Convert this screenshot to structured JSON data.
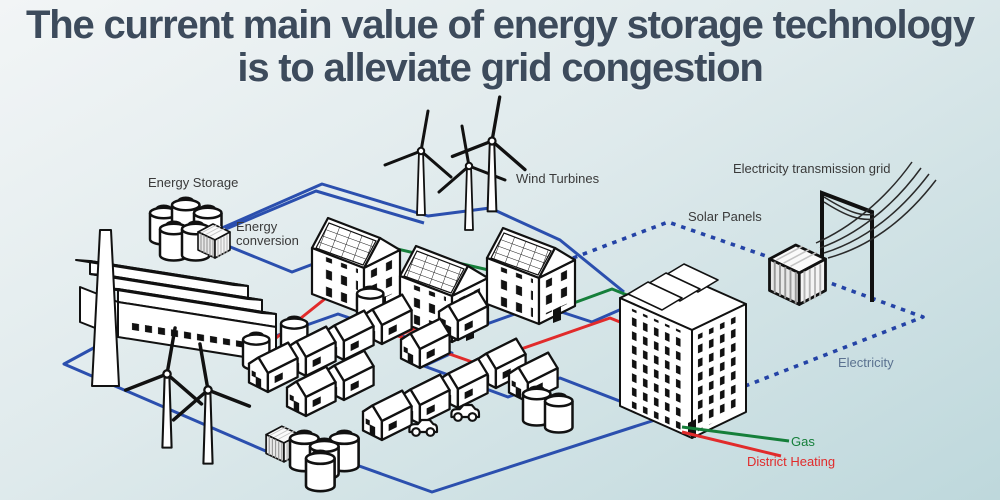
{
  "title": {
    "line1": "The current main value of energy storage technology",
    "line2": "is to alleviate grid congestion"
  },
  "diagram": {
    "labels": {
      "energy_storage": "Energy Storage",
      "energy_conversion_line1": "Energy",
      "energy_conversion_line2": "conversion",
      "wind_turbines": "Wind Turbines",
      "solar_panels": "Solar Panels",
      "transmission_grid": "Electricity transmission grid",
      "electricity": "Electricity",
      "gas": "Gas",
      "district_heating": "District Heating"
    },
    "colors": {
      "background_top": "#f2f5f6",
      "background_bottom": "#bed8dc",
      "title_text": "#3d4b5c",
      "label_text": "#3a3a3a",
      "electricity_line": "#2b4fae",
      "electricity_dashed": "#2443a6",
      "electricity_label": "#5b7290",
      "gas_line": "#157f3a",
      "district_heating_line": "#e12b2b",
      "outline": "#111111"
    }
  }
}
